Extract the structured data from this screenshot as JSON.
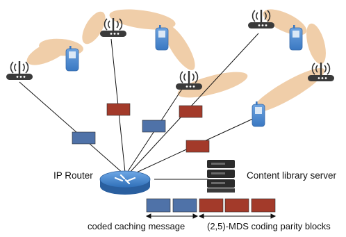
{
  "labels": {
    "ip_router": "IP Router",
    "content_library_server": "Content library server",
    "coded_caching_message": "coded caching message",
    "mds_parity_blocks": "(2,5)-MDS coding parity blocks"
  },
  "colors": {
    "blue_block": "#4f72a8",
    "red_block": "#a33a2a",
    "link_ellipse": "#efc9a0",
    "router_blue": "#2f6fb8",
    "phone_blue": "#4a87cc",
    "ap_dark": "#3a3a3a"
  },
  "icons": [
    "wifi-access-point-icon",
    "mobile-phone-icon",
    "ip-router-icon",
    "server-icon"
  ]
}
